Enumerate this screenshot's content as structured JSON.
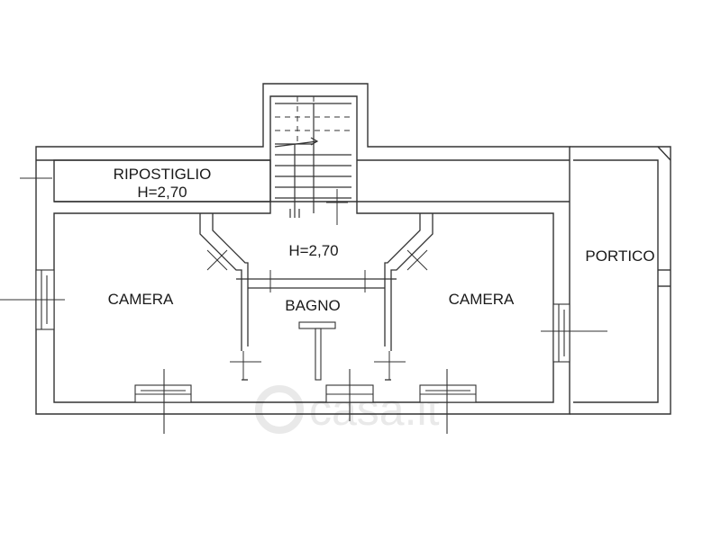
{
  "labels": {
    "ripostiglio": "RIPOSTIGLIO",
    "ripostiglio_height": "H=2,70",
    "disimpegno_height": "H=2,70",
    "camera_left": "CAMERA",
    "bagno": "BAGNO",
    "camera_right": "CAMERA",
    "portico": "PORTICO"
  },
  "watermark": "casa.it",
  "colors": {
    "line": "#333333",
    "text": "#1a1a1a",
    "watermark": "#e9e9e9",
    "background": "#ffffff"
  }
}
